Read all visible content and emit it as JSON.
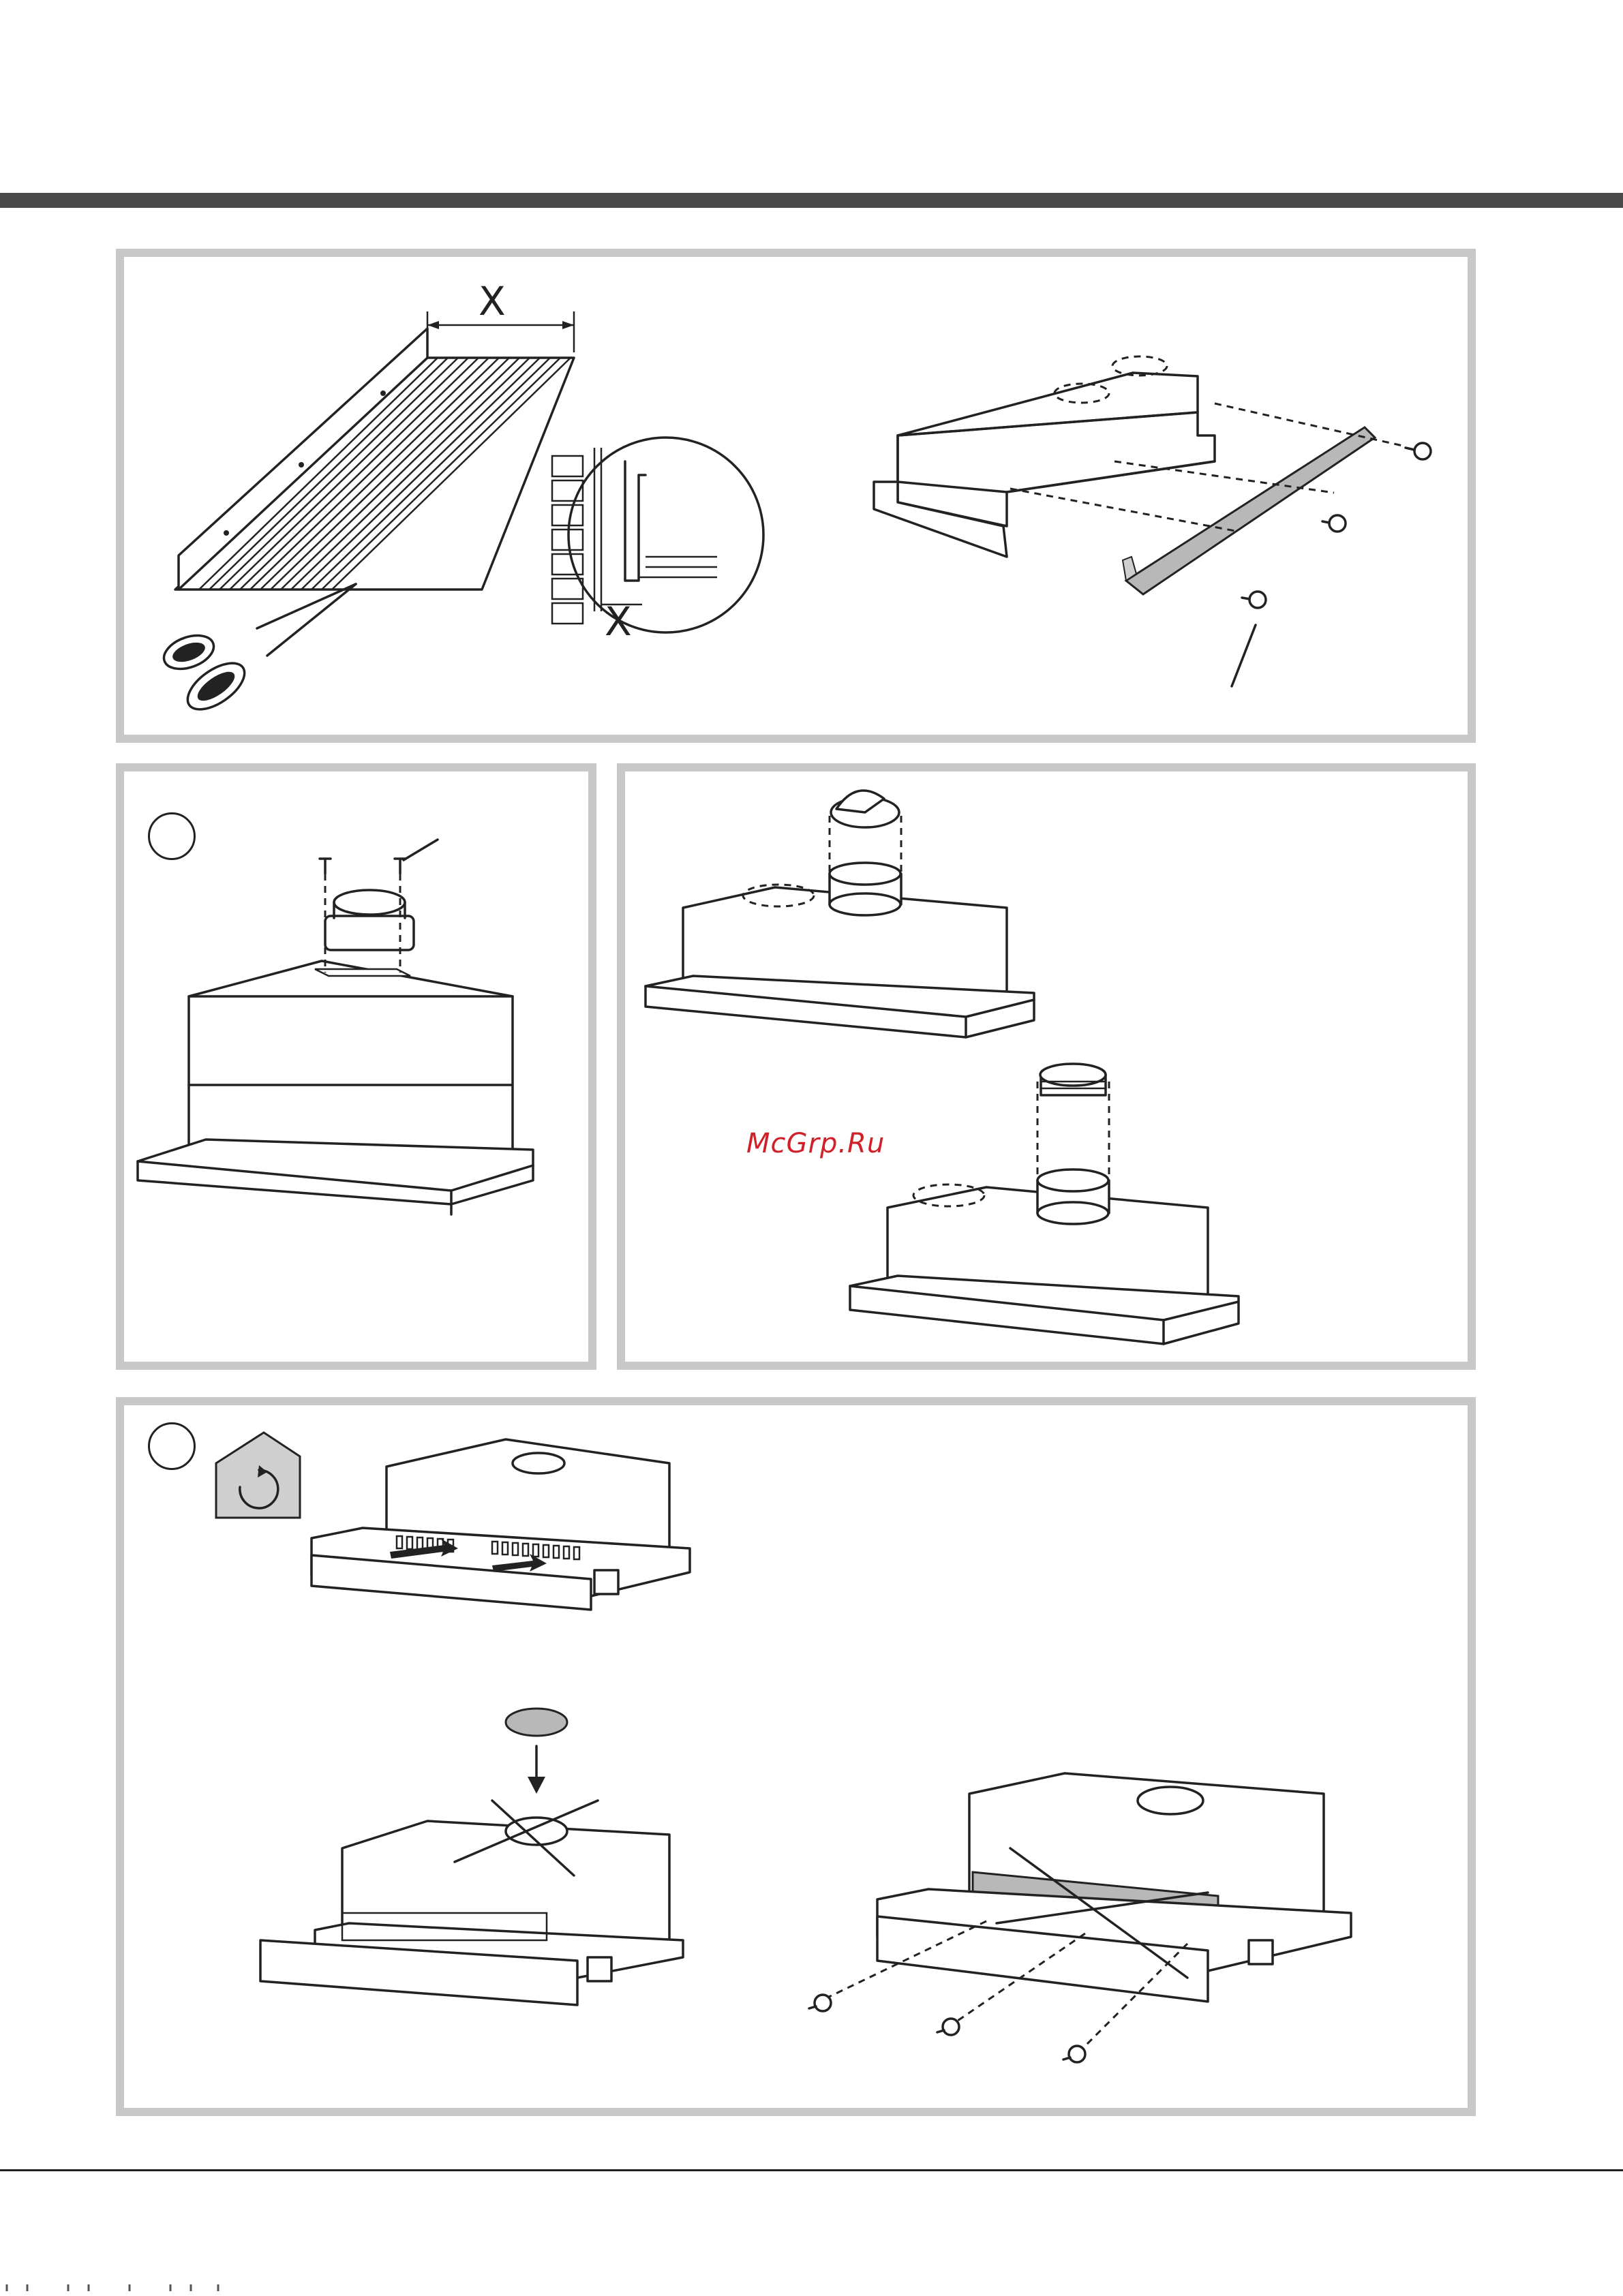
{
  "figure": {
    "dimension_label_top": "X",
    "dimension_label_detail": "X",
    "watermark": "McGrp.Ru"
  },
  "icons": {
    "recirculation_icon": "house-recirculation-icon"
  },
  "colors": {
    "rule": "#4a4a4a",
    "frame": "#c8c8c8",
    "watermark": "#d0202a",
    "shade": "#b8b8b8"
  }
}
